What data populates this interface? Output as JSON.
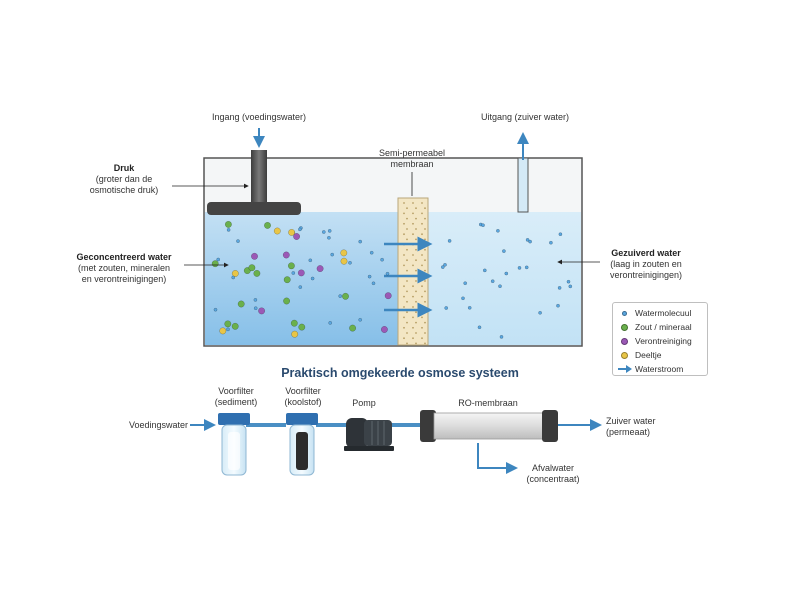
{
  "top_diagram": {
    "input_label": "Ingang (voedingswater)",
    "output_label": "Uitgang (zuiver water)",
    "membrane_label_1": "Semi-permeabel",
    "membrane_label_2": "membraan",
    "pressure_title": "Druk",
    "pressure_line_1": "(groter dan de",
    "pressure_line_2": "osmotische druk)",
    "concentrated_title": "Geconcentreerd water",
    "concentrated_line_1": "(met zouten, mineralen",
    "concentrated_line_2": "en verontreinigingen)",
    "purified_title": "Gezuiverd water",
    "purified_line_1": "(laag in zouten en",
    "purified_line_2": "verontreinigingen)"
  },
  "legend": {
    "items": [
      {
        "label": "Watermolecuul",
        "color": "#5aa7e0"
      },
      {
        "label": "Zout / mineraal",
        "color": "#6ab04c"
      },
      {
        "label": "Verontreiniging",
        "color": "#9b59b6"
      },
      {
        "label": "Deeltje",
        "color": "#e8c547"
      },
      {
        "label": "Waterstroom",
        "color": "#3d86bf"
      }
    ]
  },
  "system": {
    "title": "Praktisch omgekeerde osmose systeem",
    "feed_label": "Voedingswater",
    "prefilter1_line_1": "Voorfilter",
    "prefilter1_line_2": "(sediment)",
    "prefilter2_line_1": "Voorfilter",
    "prefilter2_line_2": "(koolstof)",
    "pump_label": "Pomp",
    "ro_label": "RO-membraan",
    "pure_line_1": "Zuiver water",
    "pure_line_2": "(permeaat)",
    "waste_line_1": "Afvalwater",
    "waste_line_2": "(concentraat)"
  },
  "colors": {
    "water": "#bfe0f3",
    "water_deep": "#8fc4ea",
    "pipe": "#4a8fc4",
    "arrow": "#3d86bf",
    "membrane": "#f3e6c4",
    "piston": "#4d4d4d",
    "title": "#2a4a6e"
  }
}
